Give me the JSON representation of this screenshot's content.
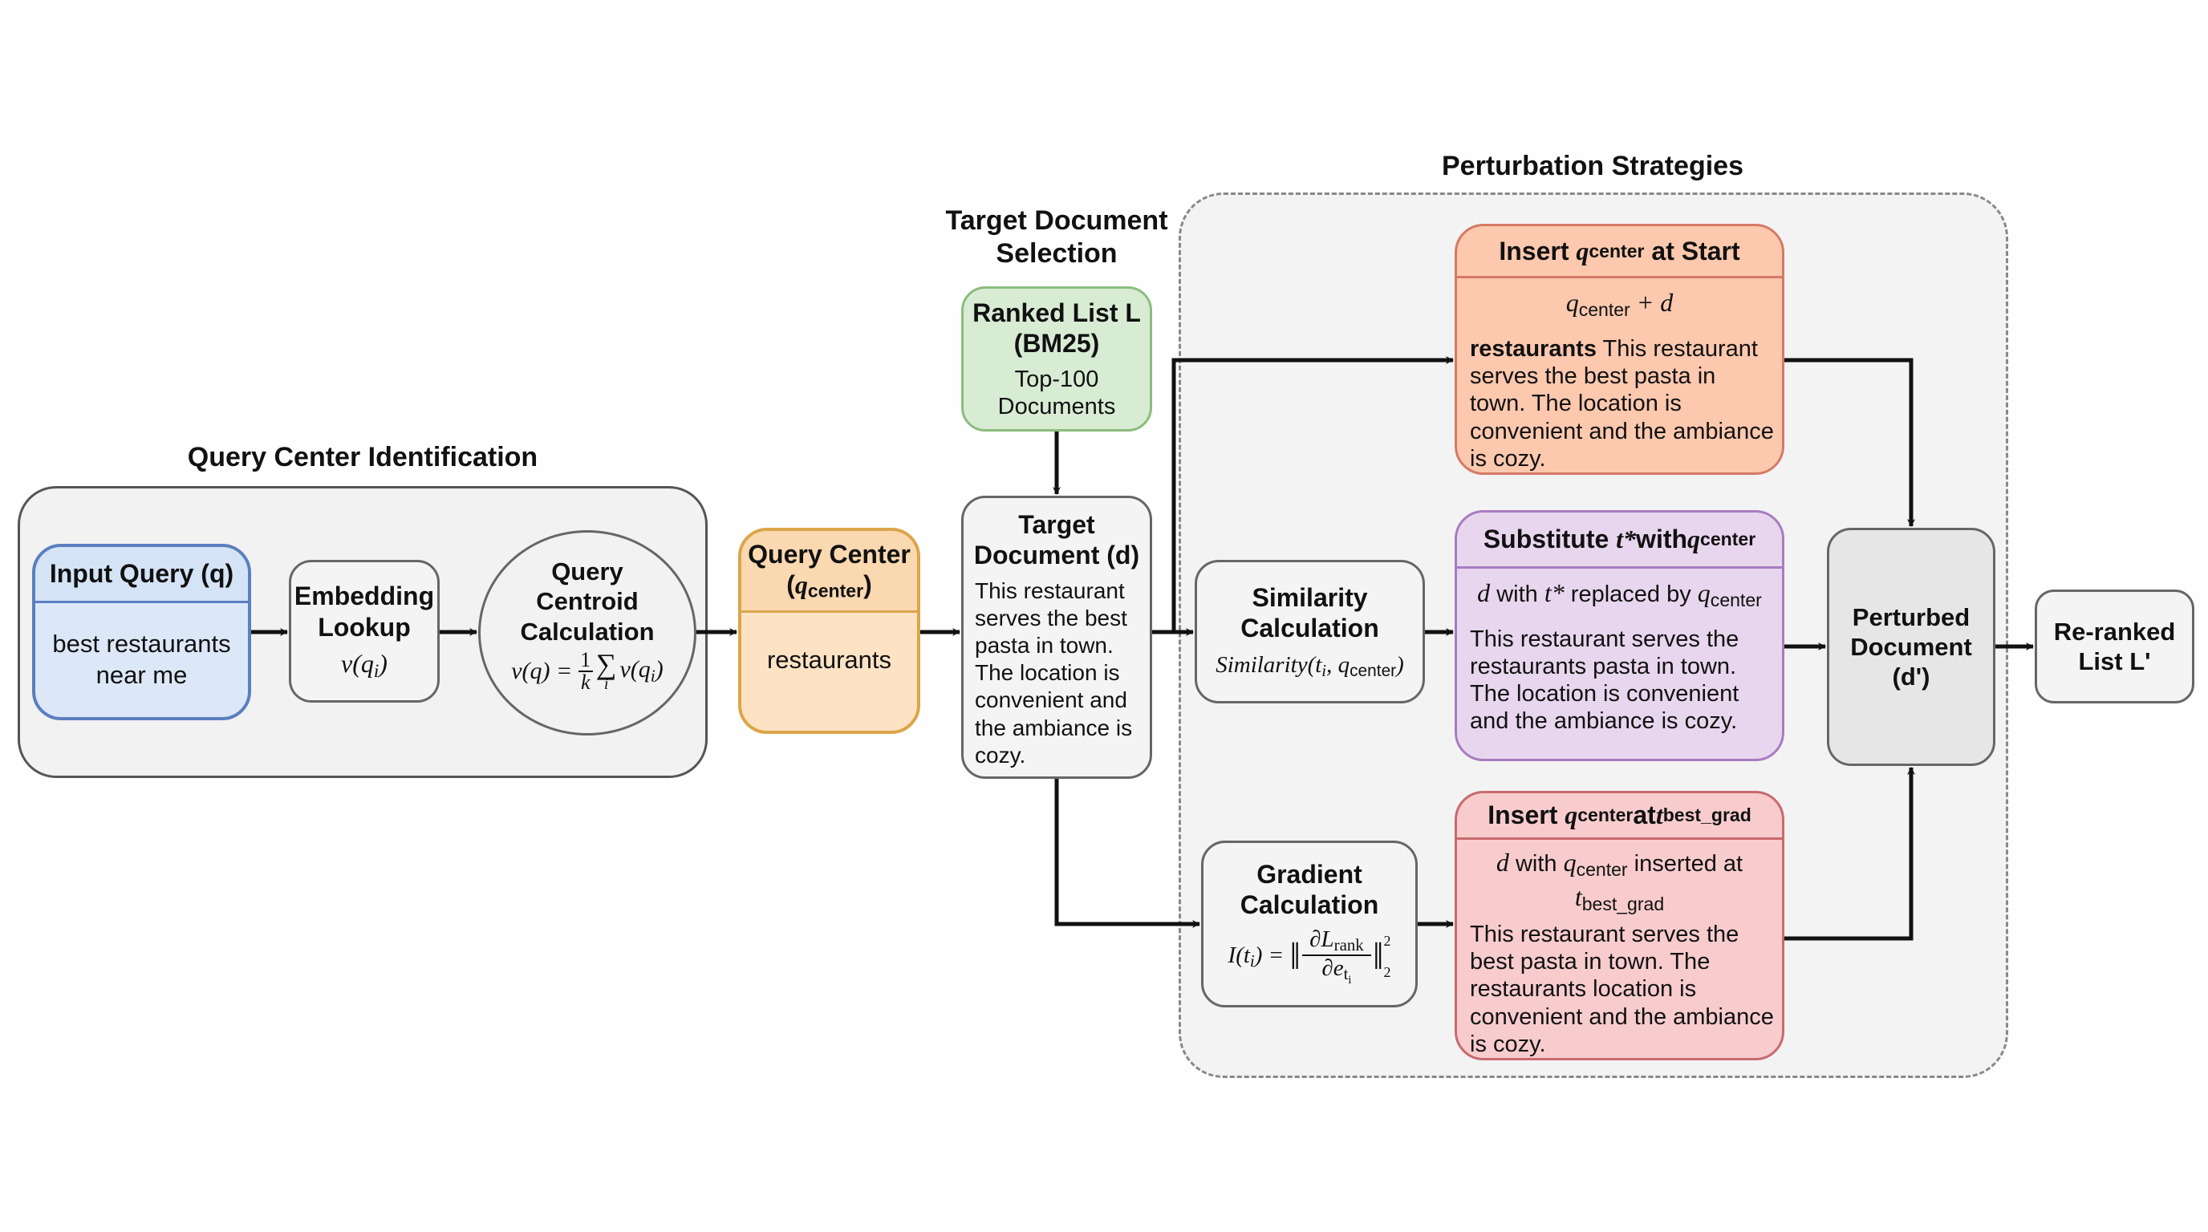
{
  "titles": {
    "query_center_identification": "Query Center Identification",
    "target_document_selection_line1": "Target Document",
    "target_document_selection_line2": "Selection",
    "perturbation_strategies": "Perturbation Strategies"
  },
  "input_query": {
    "header": "Input Query (q)",
    "body_line1": "best restaurants",
    "body_line2": "near me"
  },
  "embedding_lookup": {
    "header_line1": "Embedding",
    "header_line2": "Lookup",
    "formula": "v(q_i)"
  },
  "query_centroid": {
    "header_line1": "Query",
    "header_line2": "Centroid",
    "header_line3": "Calculation",
    "formula": "v(q) = 1/k Σ_i v(q_i)"
  },
  "query_center": {
    "header_line1": "Query Center",
    "header_symbol": "q",
    "header_subscript": "center",
    "body": "restaurants"
  },
  "ranked_list": {
    "header_line1": "Ranked List L",
    "header_line2": "(BM25)",
    "body_line1": "Top-100",
    "body_line2": "Documents"
  },
  "target_document": {
    "header_line1": "Target",
    "header_line2": "Document (d)",
    "body": "This restaurant serves the best pasta in town. The location is convenient and the ambiance is cozy."
  },
  "similarity": {
    "header_line1": "Similarity",
    "header_line2": "Calculation",
    "formula": "Similarity(t_i, q_center)"
  },
  "gradient": {
    "header_line1": "Gradient",
    "header_line2": "Calculation",
    "formula": "I(t_i) = || ∂L_rank / ∂e_ti ||_2^2"
  },
  "strategies": [
    {
      "header_prefix": "Insert ",
      "header_symbol": "q",
      "header_subscript": "center",
      "header_suffix": " at Start",
      "formula": "q_center + d",
      "highlight": "restaurants",
      "body": " This restaurant serves the best pasta in town. The location is convenient and the ambiance is cozy."
    },
    {
      "header_prefix": "Substitute ",
      "header_symbol": "t*",
      "header_mid": " with ",
      "header_symbol2": "q",
      "header_subscript": "center",
      "formula_d": "d",
      "formula_with": " with ",
      "formula_t": "t*",
      "formula_replaced": " replaced by ",
      "body": "This restaurant serves the restaurants pasta in town. The location is convenient and the ambiance is cozy."
    },
    {
      "header_prefix": "Insert ",
      "header_symbol": "q",
      "header_subscript": "center",
      "header_mid": " at ",
      "header_symbol2": "t",
      "header_subscript2": "best_grad",
      "formula_d": "d",
      "formula_with": " with ",
      "formula_inserted": " inserted at",
      "body": "This restaurant serves the best pasta in town. The restaurants location is convenient and the ambiance is cozy."
    }
  ],
  "perturbed_document": {
    "line1": "Perturbed",
    "line2": "Document",
    "line3": "(d')"
  },
  "reranked_list": {
    "line1": "Re-ranked",
    "line2": "List L'"
  },
  "colors": {
    "input_query": "#dce8f8",
    "query_center": "#fde3c4",
    "ranked_list": "#d8ecd4",
    "insert_start": "#fcc8ae",
    "substitute": "#e8d6ee",
    "insert_grad": "#f8cccd",
    "neutral": "#f4f4f4",
    "perturbed": "#e6e6e6"
  }
}
